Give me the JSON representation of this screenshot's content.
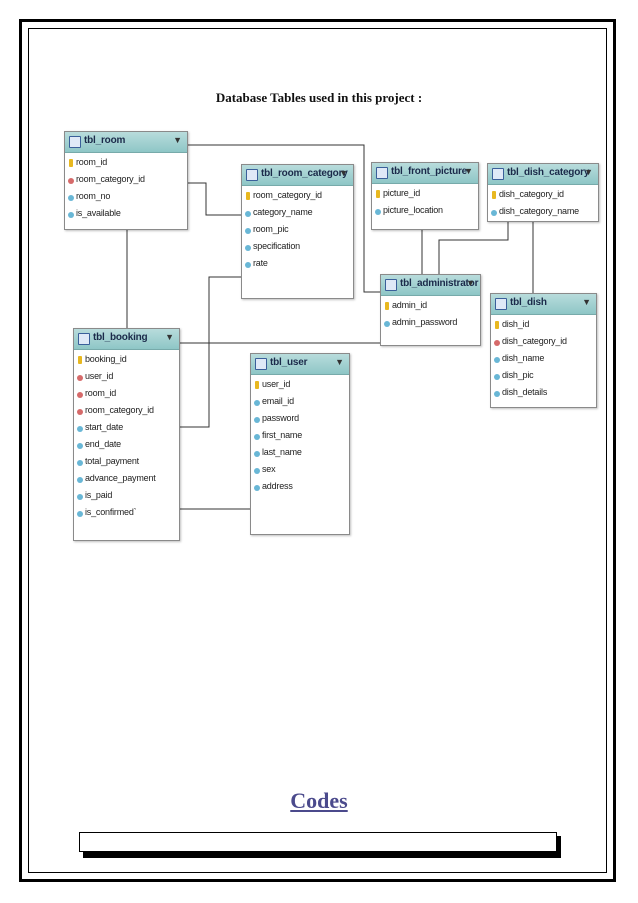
{
  "heading": "Database Tables used in this project :",
  "footer": {
    "codes_label": "Codes"
  },
  "colors": {
    "header": "#9ccfcf",
    "key_icon": "#e8b820",
    "fk_icon": "#d66a6a",
    "column_icon": "#69b7d6"
  },
  "tables": [
    {
      "id": "tbl_room",
      "name": "tbl_room",
      "fields": [
        {
          "name": "room_id",
          "kind": "key"
        },
        {
          "name": "room_category_id",
          "kind": "fk"
        },
        {
          "name": "room_no",
          "kind": "col"
        },
        {
          "name": "is_available",
          "kind": "col"
        }
      ]
    },
    {
      "id": "tbl_room_category",
      "name": "tbl_room_category",
      "fields": [
        {
          "name": "room_category_id",
          "kind": "key"
        },
        {
          "name": "category_name",
          "kind": "col"
        },
        {
          "name": "room_pic",
          "kind": "col"
        },
        {
          "name": "specification",
          "kind": "col"
        },
        {
          "name": "rate",
          "kind": "col"
        }
      ]
    },
    {
      "id": "tbl_front_picture",
      "name": "tbl_front_picture",
      "fields": [
        {
          "name": "picture_id",
          "kind": "key"
        },
        {
          "name": "picture_location",
          "kind": "col"
        }
      ]
    },
    {
      "id": "tbl_dish_category",
      "name": "tbl_dish_category",
      "fields": [
        {
          "name": "dish_category_id",
          "kind": "key"
        },
        {
          "name": "dish_category_name",
          "kind": "col"
        }
      ]
    },
    {
      "id": "tbl_administrator",
      "name": "tbl_administrator",
      "fields": [
        {
          "name": "admin_id",
          "kind": "key"
        },
        {
          "name": "admin_password",
          "kind": "col"
        }
      ]
    },
    {
      "id": "tbl_dish",
      "name": "tbl_dish",
      "fields": [
        {
          "name": "dish_id",
          "kind": "key"
        },
        {
          "name": "dish_category_id",
          "kind": "fk"
        },
        {
          "name": "dish_name",
          "kind": "col"
        },
        {
          "name": "dish_pic",
          "kind": "col"
        },
        {
          "name": "dish_details",
          "kind": "col"
        }
      ]
    },
    {
      "id": "tbl_booking",
      "name": "tbl_booking",
      "fields": [
        {
          "name": "booking_id",
          "kind": "key"
        },
        {
          "name": "user_id",
          "kind": "fk"
        },
        {
          "name": "room_id",
          "kind": "fk"
        },
        {
          "name": "room_category_id",
          "kind": "fk"
        },
        {
          "name": "start_date",
          "kind": "col"
        },
        {
          "name": "end_date",
          "kind": "col"
        },
        {
          "name": "total_payment",
          "kind": "col"
        },
        {
          "name": "advance_payment",
          "kind": "col"
        },
        {
          "name": "is_paid",
          "kind": "col"
        },
        {
          "name": "is_confirmed`",
          "kind": "col"
        }
      ]
    },
    {
      "id": "tbl_user",
      "name": "tbl_user",
      "fields": [
        {
          "name": "user_id",
          "kind": "key"
        },
        {
          "name": "email_id",
          "kind": "col"
        },
        {
          "name": "password",
          "kind": "col"
        },
        {
          "name": "first_name",
          "kind": "col"
        },
        {
          "name": "last_name",
          "kind": "col"
        },
        {
          "name": "sex",
          "kind": "col"
        },
        {
          "name": "address",
          "kind": "col"
        }
      ]
    }
  ]
}
